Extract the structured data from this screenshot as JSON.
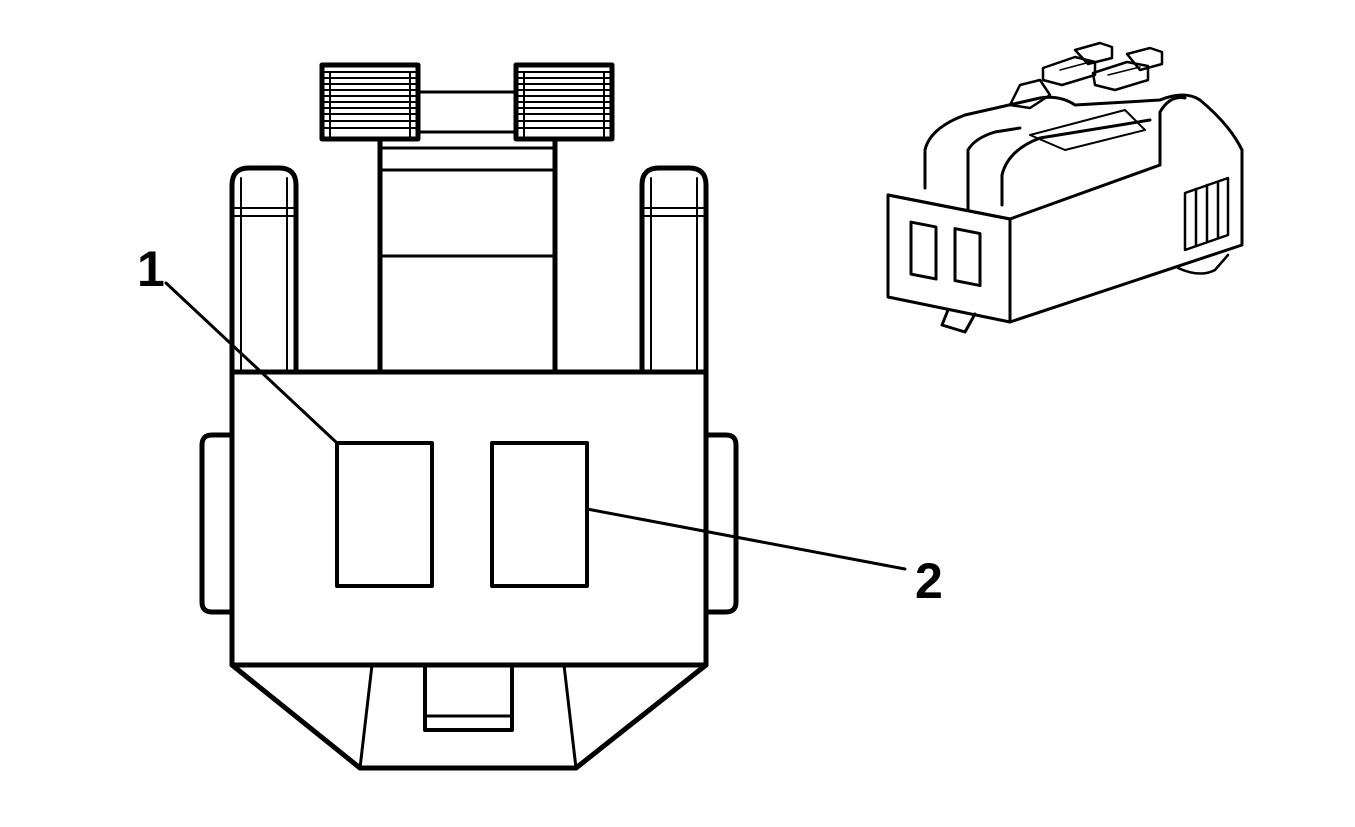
{
  "callouts": [
    {
      "label": "1",
      "target": "terminal-cavity-1"
    },
    {
      "label": "2",
      "target": "terminal-cavity-2"
    }
  ],
  "colors": {
    "line": "#000000",
    "background": "#ffffff"
  }
}
